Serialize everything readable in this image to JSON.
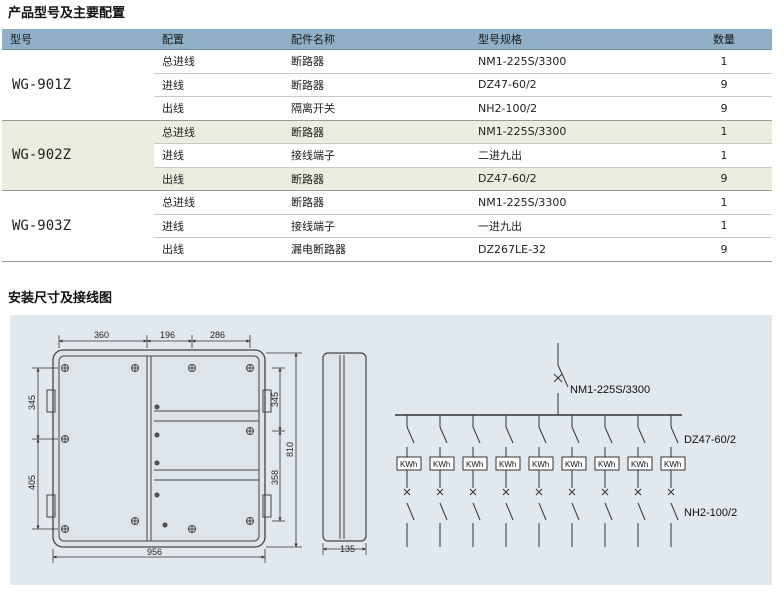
{
  "titles": {
    "main": "产品型号及主要配置",
    "install": "安装尺寸及接线图"
  },
  "table": {
    "headers": [
      "型号",
      "配置",
      "配件名称",
      "型号规格",
      "数量"
    ],
    "groups": [
      {
        "model": "WG-901Z",
        "rows": [
          [
            "总进线",
            "断路器",
            "NM1-225S/3300",
            "1"
          ],
          [
            "进线",
            "断路器",
            "DZ47-60/2",
            "9"
          ],
          [
            "出线",
            "隔离开关",
            "NH2-100/2",
            "9"
          ]
        ]
      },
      {
        "model": "WG-902Z",
        "rows": [
          [
            "总进线",
            "断路器",
            "NM1-225S/3300",
            "1"
          ],
          [
            "进线",
            "接线端子",
            "二进九出",
            "1"
          ],
          [
            "出线",
            "断路器",
            "DZ47-60/2",
            "9"
          ]
        ]
      },
      {
        "model": "WG-903Z",
        "rows": [
          [
            "总进线",
            "断路器",
            "NM1-225S/3300",
            "1"
          ],
          [
            "进线",
            "接线端子",
            "一进九出",
            "1"
          ],
          [
            "出线",
            "漏电断路器",
            "DZ267LE-32",
            "9"
          ]
        ]
      }
    ]
  },
  "drawing": {
    "dims": {
      "top_left": "360",
      "top_mid": "196",
      "top_right": "286",
      "left_upper": "345",
      "left_lower": "405",
      "right_inner_upper": "345",
      "right_total": "810",
      "right_inner_lower": "358",
      "bottom_width": "956",
      "side_depth": "135"
    },
    "wiring": {
      "main_breaker": "NM1-225S/3300",
      "branch_breaker": "DZ47-60/2",
      "isolator": "NH2-100/2",
      "meter_label": "KWh",
      "branch_count": 9
    }
  }
}
